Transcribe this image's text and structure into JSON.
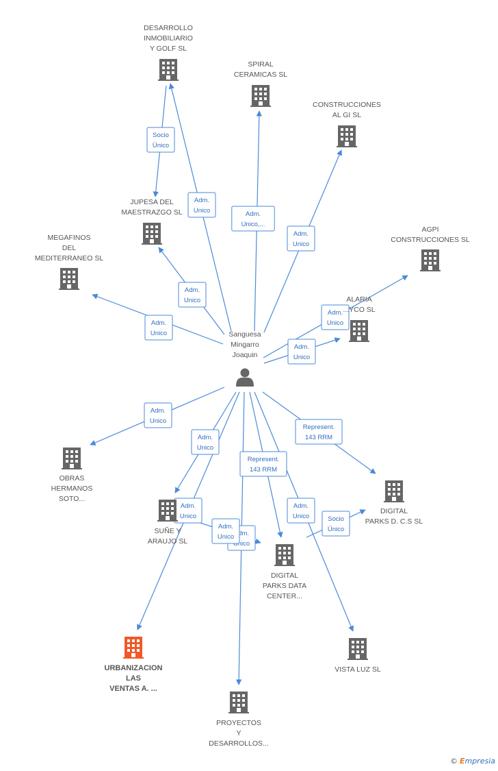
{
  "center": {
    "name_lines": [
      "Sanguesa",
      "Mingarro",
      "Joaquin"
    ],
    "icon": "person-icon"
  },
  "colors": {
    "edge": "#4a8ad8",
    "company": "#666666",
    "highlight": "#f05a28"
  },
  "companies": [
    {
      "id": "desarrollo",
      "lines": [
        "DESARROLLO",
        "INMOBILIARIO",
        "Y GOLF SL"
      ],
      "highlight": false
    },
    {
      "id": "spiral",
      "lines": [
        "SPIRAL",
        "CERAMICAS SL"
      ],
      "highlight": false
    },
    {
      "id": "construcciones_al_gi",
      "lines": [
        "CONSTRUCCIONES",
        "AL GI SL"
      ],
      "highlight": false
    },
    {
      "id": "agpi",
      "lines": [
        "AGPI",
        "CONSTRUCCIONES SL"
      ],
      "highlight": false
    },
    {
      "id": "jupesa",
      "lines": [
        "JUPESA DEL",
        "MAESTRAZGO SL"
      ],
      "highlight": false
    },
    {
      "id": "megafinos",
      "lines": [
        "MEGAFINOS",
        "DEL",
        "MEDITERRANEO SL"
      ],
      "highlight": false
    },
    {
      "id": "alaria",
      "lines": [
        "ALARIA",
        "...YCO SL"
      ],
      "highlight": false
    },
    {
      "id": "obras",
      "lines": [
        "OBRAS",
        "HERMANOS",
        "SOTO..."
      ],
      "highlight": false
    },
    {
      "id": "sune",
      "lines": [
        "SUÑE Y",
        "ARAUJO SL"
      ],
      "highlight": false
    },
    {
      "id": "digital_parks_dcs",
      "lines": [
        "DIGITAL",
        "PARKS D. C.S SL"
      ],
      "highlight": false
    },
    {
      "id": "digital_parks_data",
      "lines": [
        "DIGITAL",
        "PARKS DATA",
        "CENTER..."
      ],
      "highlight": false
    },
    {
      "id": "urbanizacion",
      "lines": [
        "URBANIZACION",
        "LAS",
        "VENTAS A. ..."
      ],
      "highlight": true
    },
    {
      "id": "vista_luz",
      "lines": [
        "VISTA LUZ SL"
      ],
      "highlight": false
    },
    {
      "id": "proyectos",
      "lines": [
        "PROYECTOS",
        "Y",
        "DESARROLLOS..."
      ],
      "highlight": false
    }
  ],
  "edges": [
    {
      "id": "e_desarrollo",
      "to": "desarrollo",
      "label": [
        "Adm.",
        "Unico"
      ]
    },
    {
      "id": "e_spiral",
      "to": "spiral",
      "label": [
        "Adm.",
        "Unico,..."
      ]
    },
    {
      "id": "e_al_gi",
      "to": "construcciones_al_gi",
      "label": [
        "Adm.",
        "Unico"
      ]
    },
    {
      "id": "e_agpi",
      "to": "agpi",
      "label": [
        "Adm.",
        "Unico"
      ]
    },
    {
      "id": "e_jupesa",
      "to": "jupesa",
      "label": [
        "Adm.",
        "Unico"
      ]
    },
    {
      "id": "e_megafinos",
      "to": "megafinos",
      "label": [
        "Adm.",
        "Unico"
      ]
    },
    {
      "id": "e_alaria",
      "to": "alaria",
      "label": [
        "Adm.",
        "Unico"
      ]
    },
    {
      "id": "e_obras",
      "to": "obras",
      "label": [
        "Adm.",
        "Unico"
      ]
    },
    {
      "id": "e_sune",
      "to": "sune",
      "label": [
        "Adm.",
        "Unico"
      ]
    },
    {
      "id": "e_dcs",
      "to": "digital_parks_dcs",
      "label": [
        "Represent.",
        "143 RRM"
      ]
    },
    {
      "id": "e_data",
      "to": "digital_parks_data",
      "label": [
        "Represent.",
        "143 RRM"
      ]
    },
    {
      "id": "e_urban",
      "to": "urbanizacion",
      "label": [
        "Adm.",
        "Unico"
      ]
    },
    {
      "id": "e_vista",
      "to": "vista_luz",
      "label": [
        "Adm.",
        "Unico"
      ]
    },
    {
      "id": "e_proy",
      "to": "proyectos",
      "label": [
        "Adm.",
        "Unico"
      ]
    },
    {
      "id": "e_sune_data",
      "to": "digital_parks_data",
      "label": [
        "Adm.",
        "Unico"
      ]
    },
    {
      "id": "e_data_dcs",
      "to": "digital_parks_dcs",
      "label": [
        "Socio",
        "Único"
      ]
    },
    {
      "id": "e_des_jup",
      "to": "jupesa",
      "label": [
        "Socio",
        "Único"
      ]
    }
  ],
  "footer": {
    "copyright": "©",
    "brand_first": "E",
    "brand_rest": "mpresia"
  }
}
